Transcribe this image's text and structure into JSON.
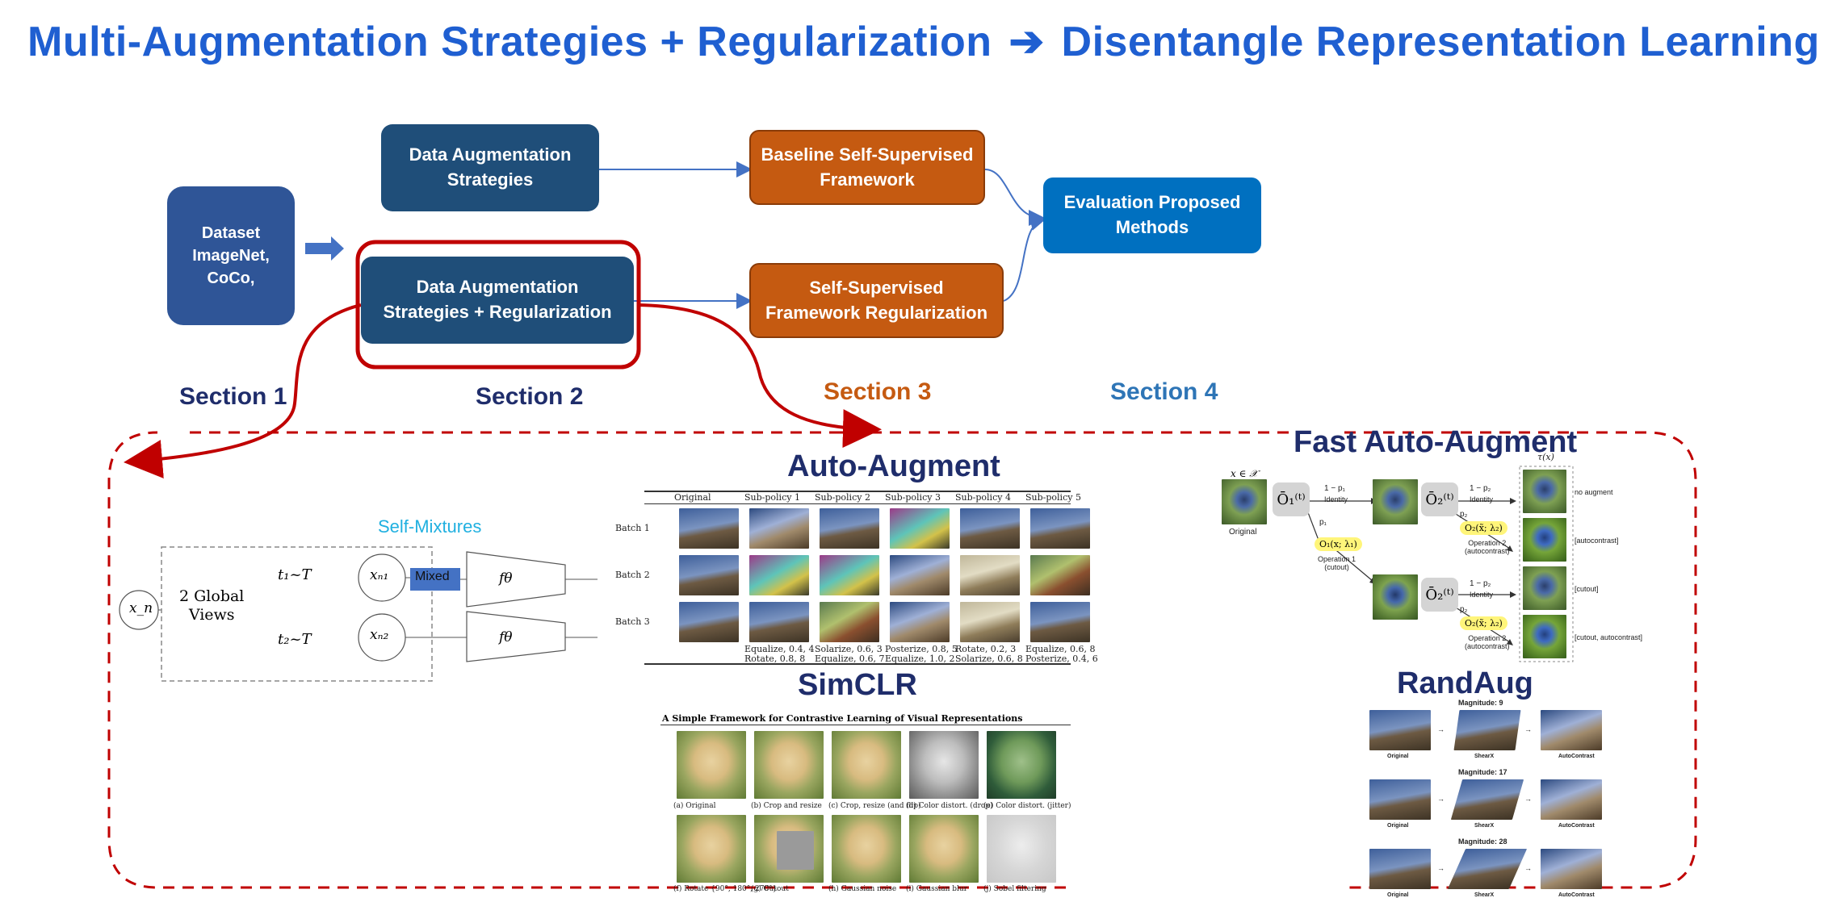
{
  "title": {
    "left": "Multi-Augmentation Strategies + Regularization",
    "arrow": "➔",
    "right": "Disentangle Representation Learning"
  },
  "flow": {
    "dataset": [
      "Dataset",
      "ImageNet,",
      "CoCo,"
    ],
    "aug_strategies": [
      "Data Augmentation",
      "Strategies"
    ],
    "aug_reg": [
      "Data Augmentation",
      "Strategies + Regularization"
    ],
    "baseline": [
      "Baseline Self-Supervised",
      "Framework"
    ],
    "ssl_reg": [
      "Self-Supervised",
      "Framework Regularization"
    ],
    "evaluation": [
      "Evaluation Proposed",
      "Methods"
    ]
  },
  "sections": {
    "s1": "Section 1",
    "s2": "Section 2",
    "s3": "Section 3",
    "s4": "Section 4"
  },
  "colors": {
    "title": "#1f5fd1",
    "navy": "#1f4e79",
    "orange": "#c55a11",
    "blue": "#0070c0",
    "highlight": "#c00000",
    "section1": "#1f2d6b",
    "section3": "#c55a11",
    "section4": "#2e75b6",
    "self_mixtures": "#20b0e0"
  },
  "self_mixtures": {
    "title": "Self-Mixtures",
    "input": "x_n",
    "views": [
      "2 Global",
      "Views"
    ],
    "t1": "t₁~T",
    "t2": "t₂~T",
    "xn1": "xₙ₁",
    "xn2": "xₙ₂",
    "mixed": "Mixed",
    "f": "fθ"
  },
  "auto_augment": {
    "title": "Auto-Augment",
    "columns": [
      "Original",
      "Sub-policy 1",
      "Sub-policy 2",
      "Sub-policy 3",
      "Sub-policy 4",
      "Sub-policy 5"
    ],
    "rows": [
      "Batch 1",
      "Batch 2",
      "Batch 3"
    ],
    "captions": [
      [
        "Equalize, 0.4, 4",
        "Rotate, 0.8, 8"
      ],
      [
        "Solarize, 0.6, 3",
        "Equalize, 0.6, 7"
      ],
      [
        "Posterize, 0.8, 5",
        "Equalize, 1.0, 2"
      ],
      [
        "Rotate, 0.2, 3",
        "Solarize, 0.6, 8"
      ],
      [
        "Equalize, 0.6, 8",
        "Posterize, 0.4, 6"
      ]
    ]
  },
  "simclr": {
    "title": "SimCLR",
    "paper_title": "A Simple Framework for Contrastive Learning of Visual Representations",
    "captions_row1": [
      "(a) Original",
      "(b) Crop and resize",
      "(c) Crop, resize (and flip)",
      "(d) Color distort. (drop)",
      "(e) Color distort. (jitter)"
    ],
    "captions_row2": [
      "(f) Rotate {90°, 180°, 270°}",
      "(g) Cutout",
      "(h) Gaussian noise",
      "(i) Gaussian blur",
      "(j) Sobel filtering"
    ]
  },
  "fast_auto_augment": {
    "title": "Fast Auto-Augment",
    "x_label": "x ∈ 𝒳",
    "original": "Original",
    "o1": "Ō₁⁽ᵗ⁾",
    "o2": "Ō₂⁽ᵗ⁾",
    "one_minus_p1": "1 − p₁",
    "one_minus_p2": "1 − p₂",
    "p1": "p₁",
    "p2": "p₂",
    "identity": "Identity",
    "op1": "O₁(x; λ₁)",
    "op1_label": [
      "Operation 1",
      "(cutout)"
    ],
    "op2": "O₂(x̃; λ₂)",
    "op2_label": [
      "Operation 2",
      "(autocontrast)"
    ],
    "outputs": [
      "no augment",
      "[autocontrast]",
      "[cutout]",
      "[cutout, autocontrast]"
    ],
    "tau_label": "τ(x)"
  },
  "randaug": {
    "title": "RandAug",
    "rows": [
      {
        "magnitude": "Magnitude: 9",
        "labels": [
          "Original",
          "ShearX",
          "AutoContrast"
        ]
      },
      {
        "magnitude": "Magnitude: 17",
        "labels": [
          "Original",
          "ShearX",
          "AutoContrast"
        ]
      },
      {
        "magnitude": "Magnitude: 28",
        "labels": [
          "Original",
          "ShearX",
          "AutoContrast"
        ]
      }
    ]
  }
}
